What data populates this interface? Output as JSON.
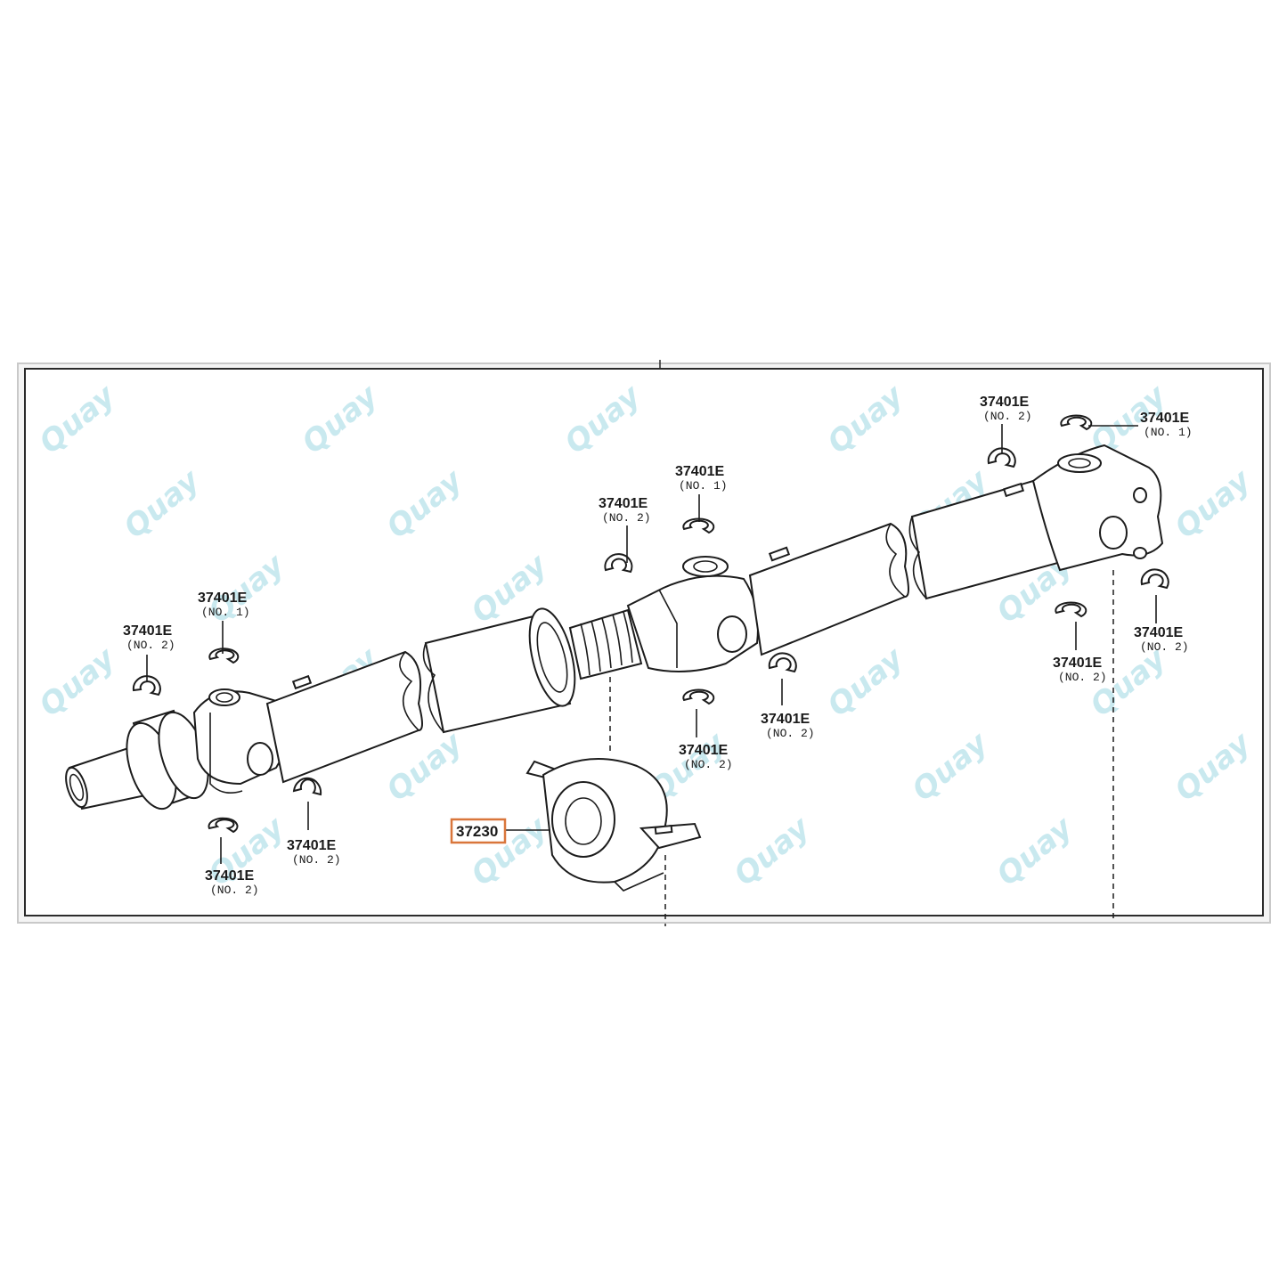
{
  "watermark": "Quay",
  "colors": {
    "watermark": "#a6dbe6",
    "highlight_box": "#d9763b",
    "frame": "#2b2b2b",
    "line_art": "#1c1c1c"
  },
  "highlighted_part": {
    "number": "37230"
  },
  "callouts": [
    {
      "id": "c1",
      "part": "37401E",
      "sub": "(NO. 2)"
    },
    {
      "id": "c2",
      "part": "37401E",
      "sub": "(NO. 1)"
    },
    {
      "id": "c3",
      "part": "37401E",
      "sub": "(NO. 2)"
    },
    {
      "id": "c4",
      "part": "37401E",
      "sub": "(NO. 2)"
    },
    {
      "id": "c5",
      "part": "37401E",
      "sub": "(NO. 2)"
    },
    {
      "id": "c6",
      "part": "37401E",
      "sub": "(NO. 1)"
    },
    {
      "id": "c7",
      "part": "37401E",
      "sub": "(NO. 2)"
    },
    {
      "id": "c8",
      "part": "37401E",
      "sub": "(NO. 2)"
    },
    {
      "id": "c9",
      "part": "37401E",
      "sub": "(NO. 2)"
    },
    {
      "id": "c10",
      "part": "37401E",
      "sub": "(NO. 1)"
    },
    {
      "id": "c11",
      "part": "37401E",
      "sub": "(NO. 2)"
    },
    {
      "id": "c12",
      "part": "37401E",
      "sub": "(NO. 2)"
    }
  ]
}
